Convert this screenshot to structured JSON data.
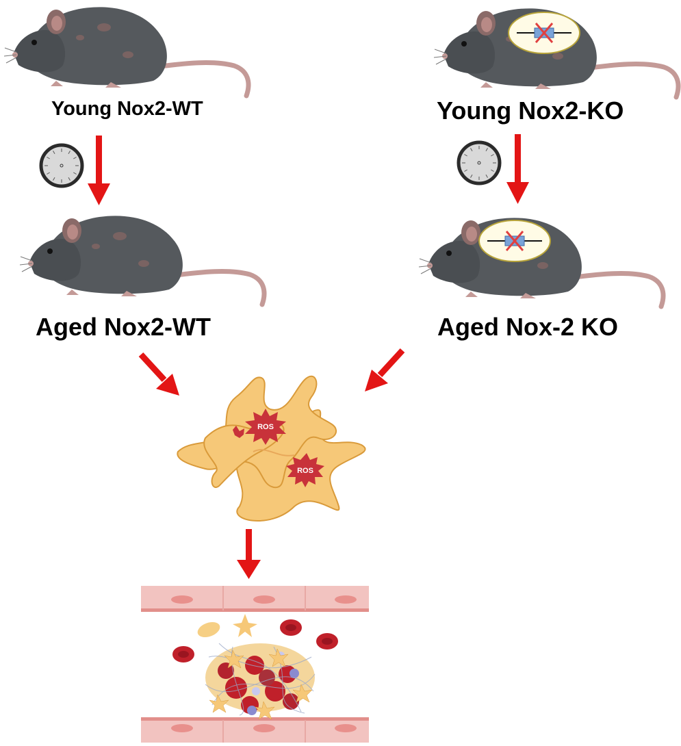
{
  "labels": {
    "young_wt": "Young Nox2-WT",
    "young_ko": "Young Nox2-KO",
    "aged_wt": "Aged Nox2-WT",
    "aged_ko": "Aged Nox-2 KO",
    "ros": "ROS"
  },
  "colors": {
    "arrow": "#e31515",
    "mouse_body": "#55595d",
    "mouse_dark": "#3b3e42",
    "mouse_patch": "#8a6a68",
    "mouse_tail": "#c49a97",
    "cell": "#f6c878",
    "cell_edge": "#d99a3a",
    "ros": "#c8323a",
    "rbc": "#c0202a",
    "vessel": "#f2c3c0"
  },
  "icons": [
    "mouse-icon",
    "clock-icon",
    "gene-knockout-icon",
    "cell-icon",
    "ros-burst-icon",
    "blood-vessel-icon",
    "thrombus-icon"
  ]
}
